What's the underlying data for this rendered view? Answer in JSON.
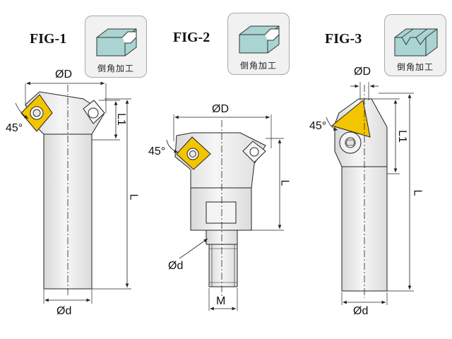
{
  "figures": [
    {
      "label": "FIG-1",
      "badge_text": "倒角加工",
      "dims": {
        "bore": "ØD",
        "angle": "45°",
        "l1": "L1",
        "length": "L",
        "shank": "Ød"
      }
    },
    {
      "label": "FIG-2",
      "badge_text": "倒角加工",
      "dims": {
        "bore": "ØD",
        "angle": "45°",
        "length": "L",
        "neck": "Ød",
        "thread": "M"
      }
    },
    {
      "label": "FIG-3",
      "badge_text": "倒角加工",
      "dims": {
        "bore": "ØD",
        "angle": "45°",
        "l1": "L1",
        "length": "L",
        "shank": "Ød"
      }
    }
  ],
  "colors": {
    "insert": "#f3c400",
    "body": "#ececec",
    "line": "#222222",
    "badge_shape": "#a9d4d2"
  }
}
